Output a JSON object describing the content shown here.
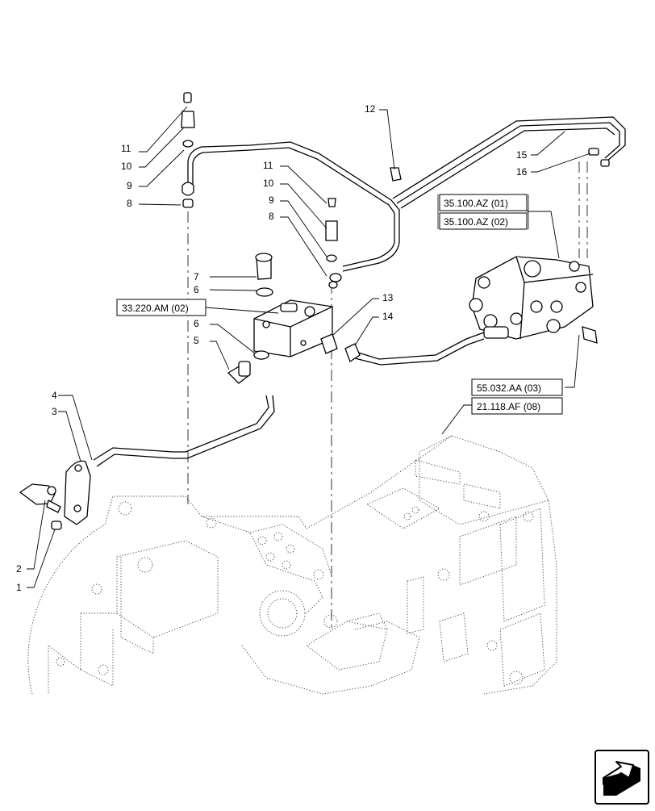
{
  "callouts": {
    "c1": "1",
    "c2": "2",
    "c3": "3",
    "c4": "4",
    "c5": "5",
    "c6a": "6",
    "c6b": "6",
    "c7": "7",
    "c8a": "8",
    "c8b": "8",
    "c9a": "9",
    "c9b": "9",
    "c10a": "10",
    "c10b": "10",
    "c11a": "11",
    "c11b": "11",
    "c12": "12",
    "c13": "13",
    "c14": "14",
    "c15": "15",
    "c16": "16"
  },
  "references": {
    "r1": "35.100.AZ (01)",
    "r2": "35.100.AZ (02)",
    "r3": "33.220.AM (02)",
    "r4": "55.032.AA (03)",
    "r5": "21.118.AF (08)"
  },
  "nav_icon": "next-page-arrow-icon"
}
